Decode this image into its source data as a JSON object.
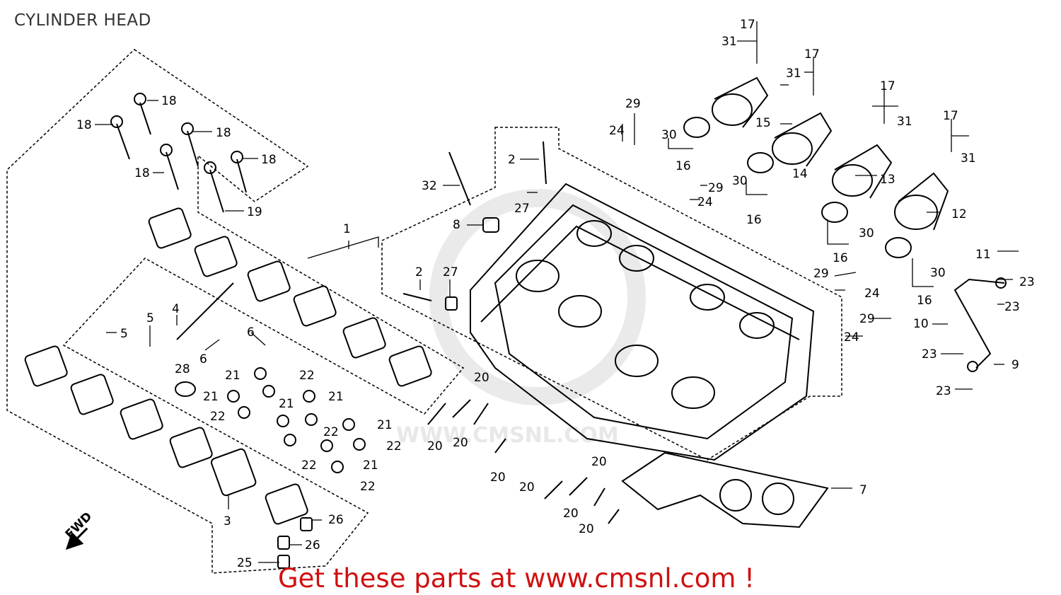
{
  "title": "CYLINDER HEAD",
  "watermark": "WWW.CMSNL.COM",
  "fwd_label": "FWD",
  "footer_text": "Get these parts at www.cmsnl.com !",
  "colors": {
    "footer": "#d01010",
    "title": "#333333",
    "lines": "#000000"
  },
  "callouts": [
    "1",
    "2",
    "3",
    "4",
    "5",
    "6",
    "7",
    "8",
    "9",
    "10",
    "11",
    "12",
    "13",
    "14",
    "15",
    "16",
    "17",
    "18",
    "19",
    "20",
    "21",
    "22",
    "23",
    "24",
    "25",
    "26",
    "27",
    "28",
    "29",
    "30",
    "31",
    "32"
  ]
}
